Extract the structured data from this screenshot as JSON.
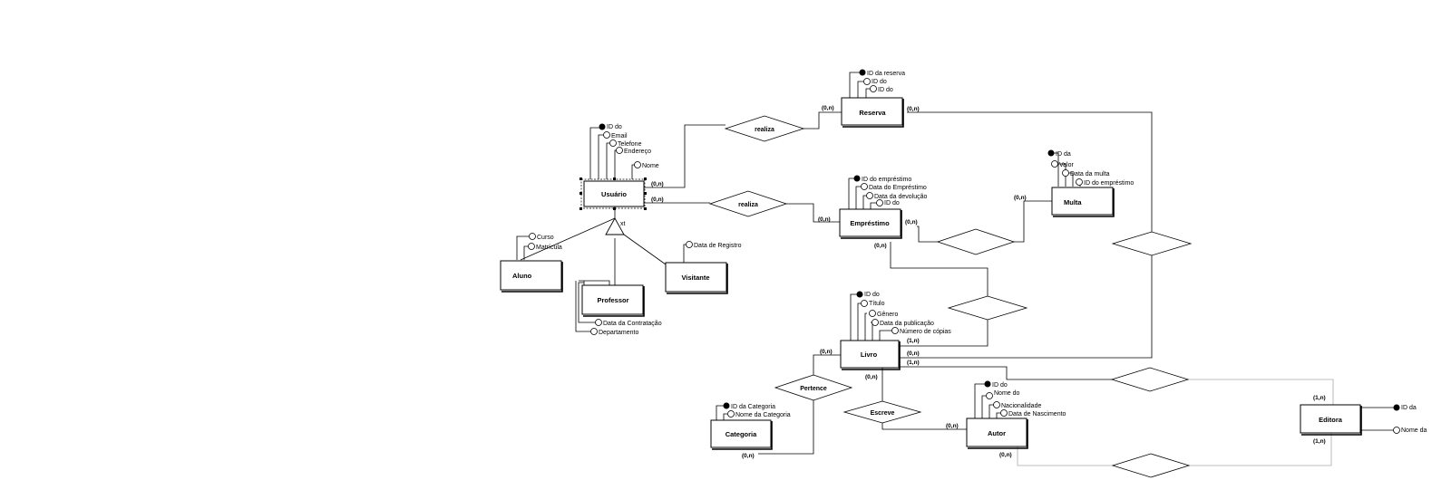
{
  "entities": [
    {
      "id": "usuario",
      "name": "Usuário"
    },
    {
      "id": "reserva",
      "name": "Reserva"
    },
    {
      "id": "emprestimo",
      "name": "Empréstimo"
    },
    {
      "id": "multa",
      "name": "Multa"
    },
    {
      "id": "aluno",
      "name": "Aluno"
    },
    {
      "id": "professor",
      "name": "Professor"
    },
    {
      "id": "visitante",
      "name": "Visitante"
    },
    {
      "id": "livro",
      "name": "Livro"
    },
    {
      "id": "categoria",
      "name": "Categoria"
    },
    {
      "id": "autor",
      "name": "Autor"
    },
    {
      "id": "editora",
      "name": "Editora"
    }
  ],
  "relationships": [
    {
      "id": "realiza1",
      "name": "realiza"
    },
    {
      "id": "realiza2",
      "name": "realiza"
    },
    {
      "id": "pertence",
      "name": "Pertence"
    },
    {
      "id": "escreve",
      "name": "Escreve"
    }
  ],
  "specialization": {
    "label": "xt"
  },
  "attributes": {
    "usuario": [
      "ID do",
      "Email",
      "Telefone",
      "Endereço",
      "Nome"
    ],
    "reserva": [
      "ID da reserva",
      "ID do",
      "ID do"
    ],
    "emprestimo": [
      "ID do empréstimo",
      "Data do Empréstimo",
      "Data da devolução",
      "ID do"
    ],
    "multa": [
      "ID da",
      "Valor",
      "Data da multa",
      "ID do empréstimo"
    ],
    "aluno": [
      "Curso",
      "Matrícula"
    ],
    "professor": [
      "Data da Contratação",
      "Departamento"
    ],
    "visitante": [
      "Data de Registro"
    ],
    "livro": [
      "ID do",
      "Título",
      "Gênero",
      "Data da publicação",
      "Número de cópias"
    ],
    "categoria": [
      "ID da Categoria",
      "Nome da Categoria"
    ],
    "autor": [
      "ID do",
      "Nome do",
      "Nacionalidade",
      "Data de Nascimento"
    ],
    "editora": [
      "ID da",
      "Nome da"
    ]
  },
  "cardinalities": {
    "usuario_realiza1": "(0,n)",
    "reserva_realiza1": "(0,n)",
    "reserva_right": "(0,n)",
    "usuario_realiza2": "(0,n)",
    "emprestimo_realiza2": "(0,n)",
    "emprestimo_multa": "(0,n)",
    "multa_left": "(0,n)",
    "emprestimo_livro": "(0,n)",
    "livro_emprestimo": "(1,n)",
    "livro_reserva": "(0,n)",
    "livro_editora": "(1,n)",
    "livro_pertence": "(0,n)",
    "livro_escreve": "(0,n)",
    "categoria_pertence": "(0,n)",
    "autor_escreve": "(0,n)",
    "autor_editora": "(0,n)",
    "editora_top": "(1,n)",
    "editora_bottom": "(1,n)"
  }
}
